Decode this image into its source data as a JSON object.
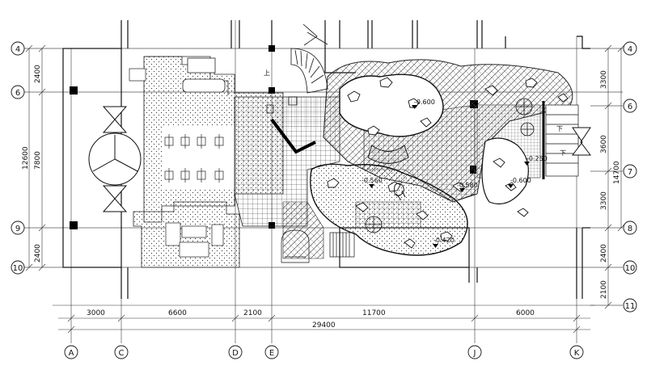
{
  "grid_labels": {
    "top_axes_left": [
      "4",
      "6",
      "9",
      "10"
    ],
    "top_axes_right": [
      "4",
      "6",
      "7",
      "8",
      "10",
      "11"
    ],
    "bottom_axes": [
      "A",
      "C",
      "D",
      "E",
      "J",
      "K"
    ]
  },
  "dimensions": {
    "left_outer": "12600",
    "left_inner": "7800",
    "left_top": "2400",
    "left_bottom": "2400",
    "right_3300_top": "3300",
    "right_3600": "3600",
    "right_3300_bottom": "3300",
    "right_14700": "14700",
    "right_2400": "2400",
    "right_2100": "2100",
    "bottom_segments": [
      "3000",
      "6600",
      "2100",
      "11700",
      "6000"
    ],
    "bottom_total": "29400"
  },
  "elevations": [
    "-0.600",
    "-0.560",
    "-0.580",
    "-0.250",
    "-0.600",
    "-0.420"
  ],
  "stair_labels": [
    "上",
    "下",
    "下"
  ]
}
